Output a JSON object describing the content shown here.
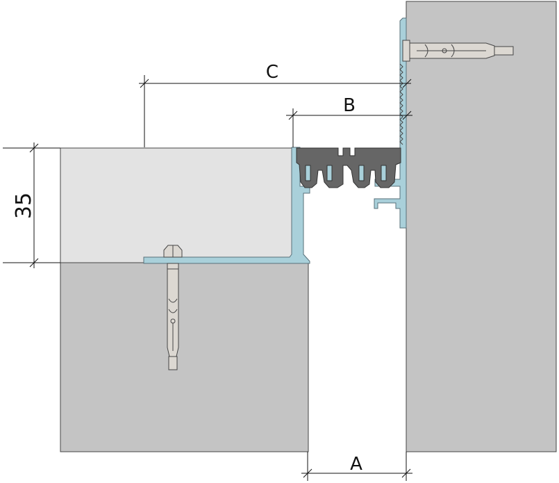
{
  "dimensions": {
    "c": "C",
    "b": "B",
    "a": "A",
    "height": "35"
  },
  "colors": {
    "wall": "#c4c4c4",
    "screed": "#e3e3e3",
    "aluminium": "#a9d0da",
    "aluminium_stroke": "#58707a",
    "rubber": "#666666",
    "anchor": "#dcd8d2",
    "line": "#111111"
  }
}
